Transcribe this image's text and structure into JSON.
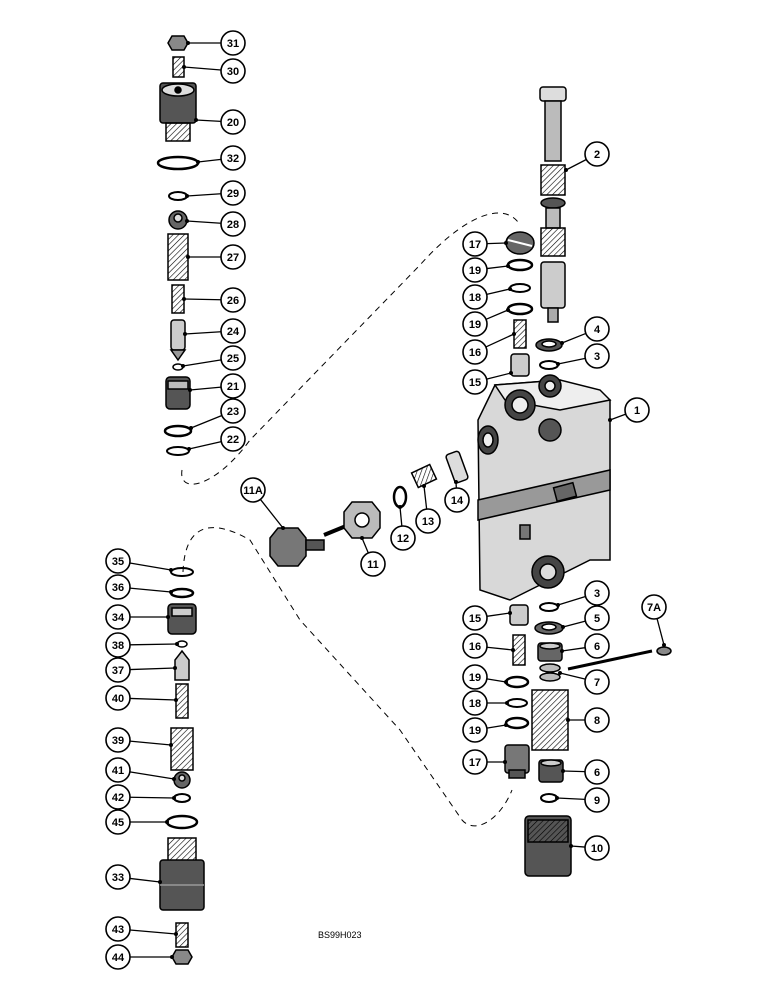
{
  "drawing_code": "BS99H023",
  "callouts": [
    {
      "label": "31"
    },
    {
      "label": "30"
    },
    {
      "label": "20"
    },
    {
      "label": "32"
    },
    {
      "label": "29"
    },
    {
      "label": "28"
    },
    {
      "label": "27"
    },
    {
      "label": "26"
    },
    {
      "label": "24"
    },
    {
      "label": "25"
    },
    {
      "label": "21"
    },
    {
      "label": "23"
    },
    {
      "label": "22"
    },
    {
      "label": "2"
    },
    {
      "label": "17"
    },
    {
      "label": "19"
    },
    {
      "label": "18"
    },
    {
      "label": "19"
    },
    {
      "label": "4"
    },
    {
      "label": "16"
    },
    {
      "label": "3"
    },
    {
      "label": "15"
    },
    {
      "label": "1"
    },
    {
      "label": "11A"
    },
    {
      "label": "14"
    },
    {
      "label": "12"
    },
    {
      "label": "13"
    },
    {
      "label": "11"
    },
    {
      "label": "35"
    },
    {
      "label": "36"
    },
    {
      "label": "34"
    },
    {
      "label": "38"
    },
    {
      "label": "37"
    },
    {
      "label": "40"
    },
    {
      "label": "39"
    },
    {
      "label": "41"
    },
    {
      "label": "42"
    },
    {
      "label": "45"
    },
    {
      "label": "33"
    },
    {
      "label": "43"
    },
    {
      "label": "44"
    },
    {
      "label": "3"
    },
    {
      "label": "15"
    },
    {
      "label": "5"
    },
    {
      "label": "7A"
    },
    {
      "label": "16"
    },
    {
      "label": "6"
    },
    {
      "label": "7"
    },
    {
      "label": "19"
    },
    {
      "label": "18"
    },
    {
      "label": "8"
    },
    {
      "label": "19"
    },
    {
      "label": "17"
    },
    {
      "label": "6"
    },
    {
      "label": "9"
    },
    {
      "label": "10"
    }
  ]
}
